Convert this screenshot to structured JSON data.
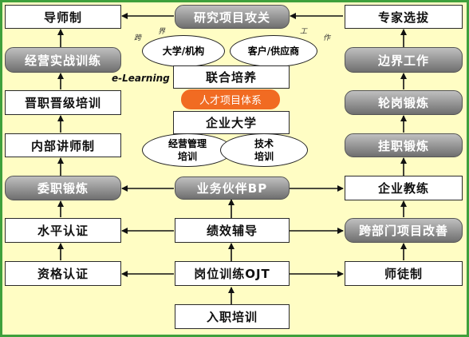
{
  "left": [
    "导师制",
    "经营实战训练",
    "晋职晋级培训",
    "内部讲师制",
    "委职锻炼",
    "水平认证",
    "资格认证"
  ],
  "right": [
    "专家选拔",
    "边界工作",
    "轮岗锻炼",
    "挂职锻炼",
    "企业教练",
    "跨部门项目改善",
    "师徒制"
  ],
  "center": {
    "top": "研究项目攻关",
    "joint": "联合培养",
    "talent": "人才项目体系",
    "university": "企业大学",
    "bp": "业务伙伴BP",
    "coaching": "绩效辅导",
    "ojt": "岗位训练OJT",
    "onboarding": "入职培训"
  },
  "ellipses": {
    "univ": "大学/机构",
    "client": "客户/供应商",
    "mgmt": "经营管理\n培训",
    "tech": "技术\n培训"
  },
  "labels": {
    "elearning": "e-Learning",
    "cross1": "跨",
    "cross2": "界",
    "work1": "工",
    "work2": "作"
  },
  "colors": {
    "background": "#fffdc4",
    "frame": "#3fa03c",
    "highlight": "#f16b22",
    "gray_box": "#8a8a8a"
  }
}
